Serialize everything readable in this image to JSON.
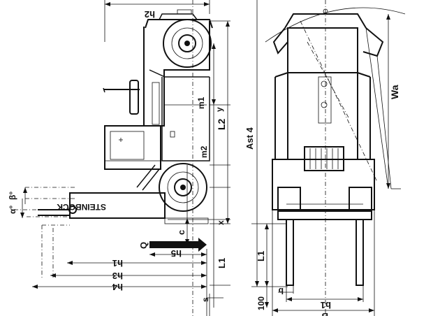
{
  "labels": {
    "h2": "h2",
    "m1": "m1",
    "y": "y",
    "L2": "L2",
    "m2": "m2",
    "ast4": "Ast 4",
    "wa": "Wa",
    "beta": "β°",
    "alpha": "α°",
    "c": "c",
    "Q": "Q",
    "x": "x",
    "h5": "h5",
    "L1_side": "L1",
    "h1": "h1",
    "h3": "h3",
    "h4": "h4",
    "s": "s",
    "L1_front": "L1",
    "b": "b",
    "b1": "b1",
    "B": "B",
    "hundred": "100",
    "brand": "STEINBOCK"
  }
}
